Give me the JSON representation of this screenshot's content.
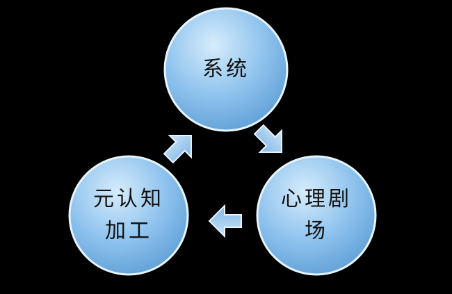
{
  "nodes": {
    "system": {
      "label": "系统"
    },
    "metacognitive": {
      "line1": "元认知",
      "line2": "加工"
    },
    "psychodrama": {
      "line1": "心理剧",
      "line2": "场"
    }
  },
  "colors": {
    "background": "#000000",
    "circle_light": "#d6ecfb",
    "circle_mid": "#8fc3ee",
    "circle_dark": "#5f9fd6",
    "circle_edge": "#e8f4fc",
    "arrow_fill": "#9fcdf0",
    "arrow_edge": "#e8f4fc"
  },
  "arrows": [
    {
      "name": "arrow-system-to-psychodrama",
      "direction": "down-right"
    },
    {
      "name": "arrow-psychodrama-to-metacognitive",
      "direction": "left"
    },
    {
      "name": "arrow-metacognitive-to-system",
      "direction": "up-right"
    }
  ]
}
